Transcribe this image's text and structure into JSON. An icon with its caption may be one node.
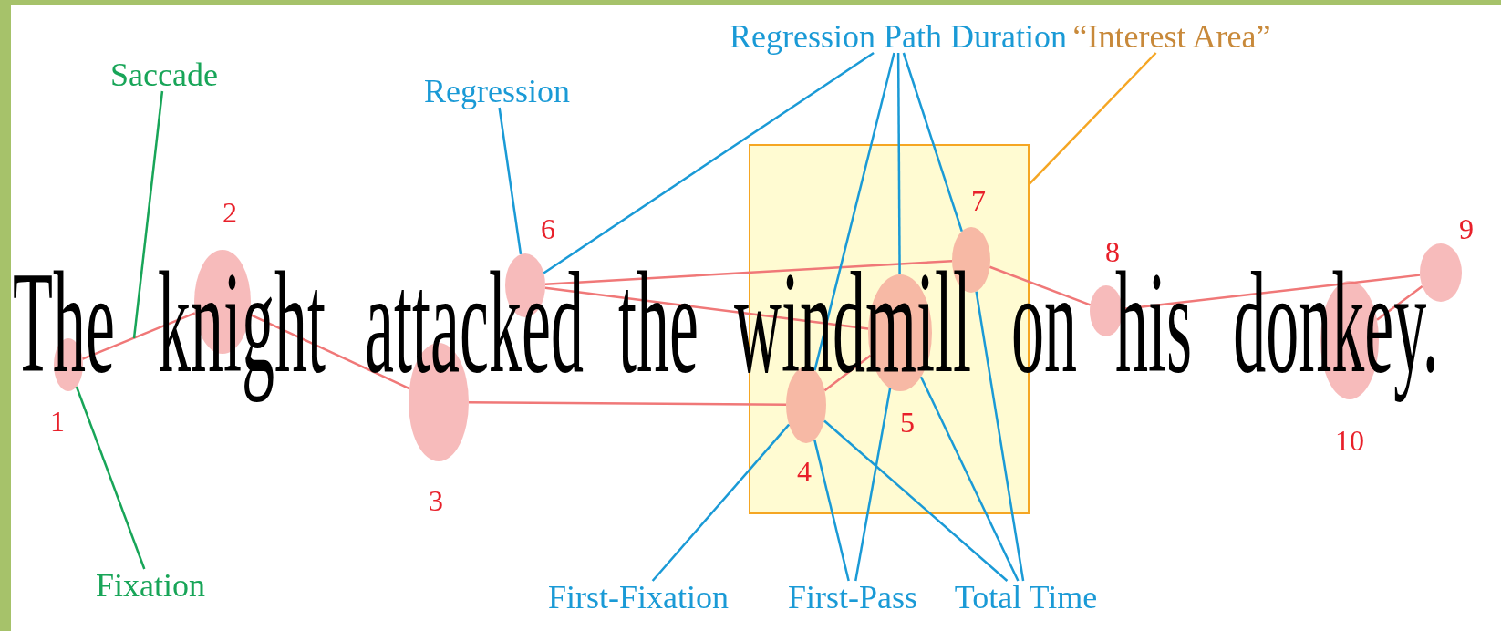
{
  "diagram": {
    "nodes": [
      {
        "text": [
          "Saccade"
        ]
      },
      {
        "text": [
          "Regression Path Duration"
        ]
      },
      {
        "text": [
          "“Interest Area”"
        ]
      },
      {
        "text": [
          "Regression"
        ]
      },
      {
        "text": [],
        "shape": "box"
      },
      {
        "text": [],
        "shape": "circle",
        "beside": [
          "1"
        ]
      },
      {
        "text": [],
        "shape": "circle",
        "beside": [
          "2"
        ]
      },
      {
        "text": [],
        "shape": "circle",
        "beside": [
          "3"
        ]
      },
      {
        "text": [],
        "shape": "circle",
        "beside": [
          "4"
        ],
        "in": 4
      },
      {
        "text": [],
        "shape": "circle",
        "beside": [
          "5"
        ],
        "in": 4
      },
      {
        "text": [],
        "shape": "circle",
        "beside": [
          "6"
        ]
      },
      {
        "text": [],
        "shape": "circle",
        "beside": [
          "7"
        ],
        "in": 4
      },
      {
        "text": [],
        "shape": "circle",
        "beside": [
          "8"
        ]
      },
      {
        "text": [],
        "shape": "circle",
        "beside": [
          "9"
        ]
      },
      {
        "text": [],
        "shape": "circle",
        "beside": [
          "10"
        ]
      },
      {
        "text": [
          "Fixation"
        ]
      },
      {
        "text": [
          "First-Fixation"
        ]
      },
      {
        "text": [
          "First-Pass"
        ]
      },
      {
        "text": [
          "Total Time"
        ]
      }
    ],
    "edges": [
      {
        "from": 5,
        "to": 6,
        "arrow": "none",
        "color": "#f07878"
      },
      {
        "from": 6,
        "to": 7,
        "arrow": "none",
        "color": "#f07878"
      },
      {
        "from": 7,
        "to": 8,
        "arrow": "none",
        "color": "#f07878"
      },
      {
        "from": 8,
        "to": 9,
        "arrow": "none",
        "color": "#f07878"
      },
      {
        "from": 9,
        "to": 10,
        "arrow": "none",
        "color": "#f07878"
      },
      {
        "from": 10,
        "to": 11,
        "arrow": "none",
        "color": "#f07878"
      },
      {
        "from": 11,
        "to": 12,
        "arrow": "none",
        "color": "#f07878"
      },
      {
        "from": 12,
        "to": 13,
        "arrow": "none",
        "color": "#f07878"
      },
      {
        "from": 13,
        "to": 14,
        "arrow": "none",
        "color": "#f07878"
      },
      {
        "from": 0,
        "to": null,
        "arrow": "none",
        "color": "#18a558"
      },
      {
        "from": 15,
        "to": 5,
        "arrow": "none",
        "color": "#18a558"
      },
      {
        "from": 3,
        "to": 10,
        "arrow": "none"
      },
      {
        "from": 1,
        "to": 10,
        "arrow": "none"
      },
      {
        "from": 1,
        "to": 8,
        "arrow": "none"
      },
      {
        "from": 1,
        "to": 9,
        "arrow": "none"
      },
      {
        "from": 1,
        "to": 11,
        "arrow": "none"
      },
      {
        "from": 2,
        "to": 4,
        "arrow": "none",
        "color": "#f5a623"
      },
      {
        "from": 16,
        "to": 8,
        "arrow": "none"
      },
      {
        "from": 17,
        "to": 8,
        "arrow": "none"
      },
      {
        "from": 17,
        "to": 9,
        "arrow": "none"
      },
      {
        "from": 18,
        "to": 8,
        "arrow": "none"
      },
      {
        "from": 18,
        "to": 9,
        "arrow": "none"
      },
      {
        "from": 18,
        "to": 11,
        "arrow": "none"
      }
    ],
    "labels": [
      "The",
      "knight",
      "attacked",
      "the",
      "windmill",
      "on",
      "his",
      "donkey."
    ]
  }
}
